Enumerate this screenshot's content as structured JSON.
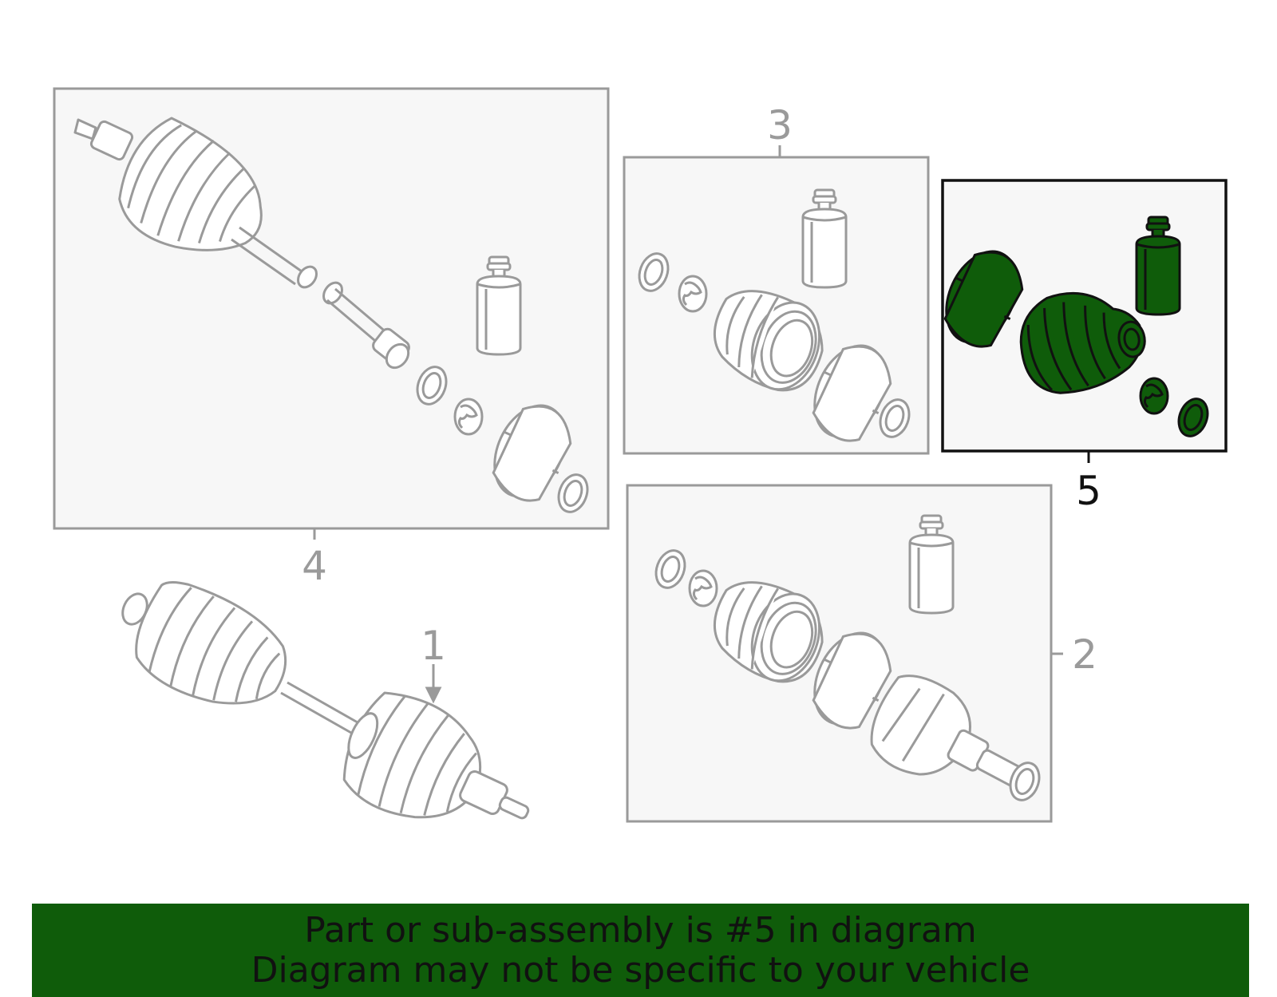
{
  "callouts": [
    {
      "number": "1",
      "highlighted": false
    },
    {
      "number": "2",
      "highlighted": false
    },
    {
      "number": "3",
      "highlighted": false
    },
    {
      "number": "4",
      "highlighted": false
    },
    {
      "number": "5",
      "highlighted": true
    }
  ],
  "banner": {
    "line1": "Part or sub-assembly is #5 in diagram",
    "line2": "Diagram may not be specific to your vehicle"
  },
  "colors": {
    "highlight": "#0f5c0a",
    "line": "#9a9a9a",
    "panel": "#f7f7f7",
    "banner": "#0f5c0a",
    "banner_text": "#111111",
    "highlight_outline": "#111111"
  }
}
